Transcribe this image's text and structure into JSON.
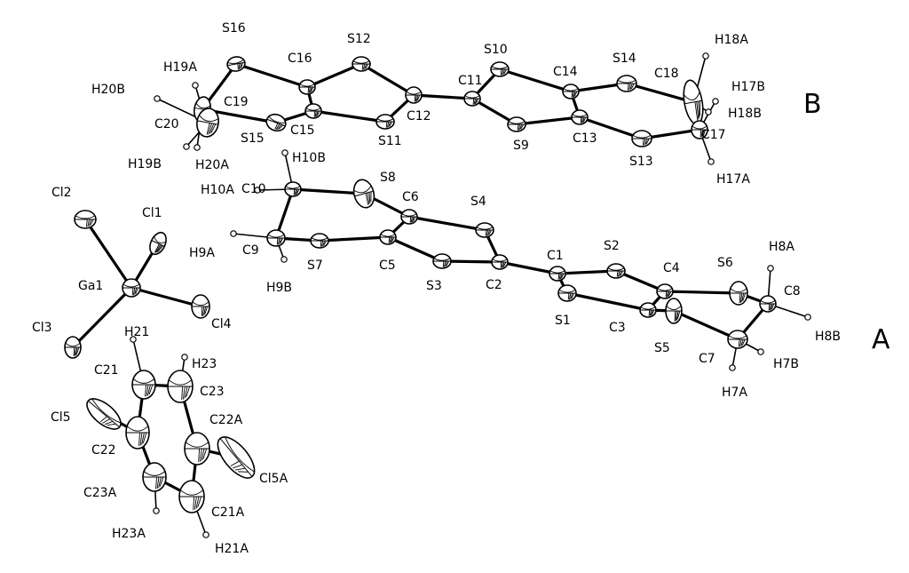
{
  "figure": {
    "molecule_labels": [
      {
        "id": "B",
        "text": "B"
      },
      {
        "id": "A",
        "text": "A"
      }
    ],
    "atoms": [
      {
        "id": "S16",
        "label": "S16",
        "el": "S"
      },
      {
        "id": "C16",
        "label": "C16",
        "el": "C"
      },
      {
        "id": "S12",
        "label": "S12",
        "el": "S"
      },
      {
        "id": "C15",
        "label": "C15",
        "el": "C"
      },
      {
        "id": "S15",
        "label": "S15",
        "el": "S"
      },
      {
        "id": "C12",
        "label": "C12",
        "el": "C"
      },
      {
        "id": "S11",
        "label": "S11",
        "el": "S"
      },
      {
        "id": "C11",
        "label": "C11",
        "el": "C"
      },
      {
        "id": "S10",
        "label": "S10",
        "el": "S"
      },
      {
        "id": "S9",
        "label": "S9",
        "el": "S"
      },
      {
        "id": "C14",
        "label": "C14",
        "el": "C"
      },
      {
        "id": "C13",
        "label": "C13",
        "el": "C"
      },
      {
        "id": "S14",
        "label": "S14",
        "el": "S"
      },
      {
        "id": "S13",
        "label": "S13",
        "el": "S"
      },
      {
        "id": "C18",
        "label": "C18",
        "el": "C"
      },
      {
        "id": "C17",
        "label": "C17",
        "el": "C"
      },
      {
        "id": "C19",
        "label": "C19",
        "el": "C"
      },
      {
        "id": "C20",
        "label": "C20",
        "el": "C"
      },
      {
        "id": "C10",
        "label": "C10",
        "el": "C"
      },
      {
        "id": "S8",
        "label": "S8",
        "el": "S"
      },
      {
        "id": "C6",
        "label": "C6",
        "el": "C"
      },
      {
        "id": "S4",
        "label": "S4",
        "el": "S"
      },
      {
        "id": "C9",
        "label": "C9",
        "el": "C"
      },
      {
        "id": "S7",
        "label": "S7",
        "el": "S"
      },
      {
        "id": "C5",
        "label": "C5",
        "el": "C"
      },
      {
        "id": "S3",
        "label": "S3",
        "el": "S"
      },
      {
        "id": "C2",
        "label": "C2",
        "el": "C"
      },
      {
        "id": "C1",
        "label": "C1",
        "el": "C"
      },
      {
        "id": "S1",
        "label": "S1",
        "el": "S"
      },
      {
        "id": "S2",
        "label": "S2",
        "el": "S"
      },
      {
        "id": "C4",
        "label": "C4",
        "el": "C"
      },
      {
        "id": "C3",
        "label": "C3",
        "el": "C"
      },
      {
        "id": "S5",
        "label": "S5",
        "el": "S"
      },
      {
        "id": "S6",
        "label": "S6",
        "el": "S"
      },
      {
        "id": "C8",
        "label": "C8",
        "el": "C"
      },
      {
        "id": "C7",
        "label": "C7",
        "el": "C"
      },
      {
        "id": "Ga1",
        "label": "Ga1",
        "el": "Ga"
      },
      {
        "id": "Cl1",
        "label": "Cl1",
        "el": "Cl"
      },
      {
        "id": "Cl2",
        "label": "Cl2",
        "el": "Cl"
      },
      {
        "id": "Cl3",
        "label": "Cl3",
        "el": "Cl"
      },
      {
        "id": "Cl4",
        "label": "Cl4",
        "el": "Cl"
      },
      {
        "id": "C21",
        "label": "C21",
        "el": "C"
      },
      {
        "id": "C23",
        "label": "C23",
        "el": "C"
      },
      {
        "id": "C22",
        "label": "C22",
        "el": "C"
      },
      {
        "id": "C22A",
        "label": "C22A",
        "el": "C"
      },
      {
        "id": "C23A",
        "label": "C23A",
        "el": "C"
      },
      {
        "id": "C21A",
        "label": "C21A",
        "el": "C"
      },
      {
        "id": "Cl5",
        "label": "Cl5",
        "el": "Cl"
      },
      {
        "id": "Cl5A",
        "label": "Cl5A",
        "el": "Cl"
      },
      {
        "id": "H18A",
        "label": "H18A",
        "el": "H"
      },
      {
        "id": "H17B",
        "label": "H17B",
        "el": "H"
      },
      {
        "id": "H18B",
        "label": "H18B",
        "el": "H"
      },
      {
        "id": "H17A",
        "label": "H17A",
        "el": "H"
      },
      {
        "id": "H19A",
        "label": "H19A",
        "el": "H"
      },
      {
        "id": "H20B",
        "label": "H20B",
        "el": "H"
      },
      {
        "id": "H19B",
        "label": "H19B",
        "el": "H"
      },
      {
        "id": "H20A",
        "label": "H20A",
        "el": "H"
      },
      {
        "id": "H10B",
        "label": "H10B",
        "el": "H"
      },
      {
        "id": "H10A",
        "label": "H10A",
        "el": "H"
      },
      {
        "id": "H9A",
        "label": "H9A",
        "el": "H"
      },
      {
        "id": "H9B",
        "label": "H9B",
        "el": "H"
      },
      {
        "id": "H8A",
        "label": "H8A",
        "el": "H"
      },
      {
        "id": "H8B",
        "label": "H8B",
        "el": "H"
      },
      {
        "id": "H7B",
        "label": "H7B",
        "el": "H"
      },
      {
        "id": "H7A",
        "label": "H7A",
        "el": "H"
      },
      {
        "id": "H21",
        "label": "H21",
        "el": "H"
      },
      {
        "id": "H23",
        "label": "H23",
        "el": "H"
      },
      {
        "id": "H23A",
        "label": "H23A",
        "el": "H"
      },
      {
        "id": "H21A",
        "label": "H21A",
        "el": "H"
      }
    ],
    "bonds": [
      [
        "S16",
        "C16"
      ],
      [
        "S16",
        "C19"
      ],
      [
        "C16",
        "S12"
      ],
      [
        "C16",
        "C15"
      ],
      [
        "S12",
        "C12"
      ],
      [
        "C15",
        "S15"
      ],
      [
        "C15",
        "S11"
      ],
      [
        "S15",
        "C19"
      ],
      [
        "C19",
        "C20"
      ],
      [
        "C20",
        "C19"
      ],
      [
        "C12",
        "S11"
      ],
      [
        "C12",
        "C11"
      ],
      [
        "C11",
        "S10"
      ],
      [
        "C11",
        "S9"
      ],
      [
        "S10",
        "C14"
      ],
      [
        "S9",
        "C13"
      ],
      [
        "C14",
        "C13"
      ],
      [
        "C14",
        "S14"
      ],
      [
        "C13",
        "S13"
      ],
      [
        "S14",
        "C18"
      ],
      [
        "S13",
        "C17"
      ],
      [
        "C18",
        "C17"
      ],
      [
        "C10",
        "S8"
      ],
      [
        "C10",
        "C9"
      ],
      [
        "S8",
        "C6"
      ],
      [
        "C6",
        "S4"
      ],
      [
        "C6",
        "C5"
      ],
      [
        "C9",
        "S7"
      ],
      [
        "S7",
        "C5"
      ],
      [
        "C5",
        "S3"
      ],
      [
        "S3",
        "C2"
      ],
      [
        "S4",
        "C2"
      ],
      [
        "C2",
        "C1"
      ],
      [
        "C1",
        "S1"
      ],
      [
        "C1",
        "S2"
      ],
      [
        "S2",
        "C4"
      ],
      [
        "S1",
        "C3"
      ],
      [
        "C4",
        "C3"
      ],
      [
        "C4",
        "S6"
      ],
      [
        "C3",
        "S5"
      ],
      [
        "S6",
        "C8"
      ],
      [
        "S5",
        "C7"
      ],
      [
        "C8",
        "C7"
      ],
      [
        "Ga1",
        "Cl1"
      ],
      [
        "Ga1",
        "Cl2"
      ],
      [
        "Ga1",
        "Cl3"
      ],
      [
        "Ga1",
        "Cl4"
      ],
      [
        "C21",
        "C23"
      ],
      [
        "C21",
        "C22"
      ],
      [
        "C23",
        "C22A"
      ],
      [
        "C22",
        "C23A"
      ],
      [
        "C22A",
        "C21A"
      ],
      [
        "C23A",
        "C21A"
      ],
      [
        "C22",
        "Cl5"
      ],
      [
        "C22A",
        "Cl5A"
      ]
    ],
    "h_bonds": [
      [
        "C18",
        "H18A"
      ],
      [
        "C17",
        "H17B"
      ],
      [
        "C18",
        "H18B"
      ],
      [
        "C17",
        "H17A"
      ],
      [
        "C20",
        "H20B"
      ],
      [
        "C19",
        "H19A"
      ],
      [
        "C20",
        "H19B"
      ],
      [
        "C19",
        "H20A"
      ],
      [
        "C10",
        "H10B"
      ],
      [
        "C10",
        "H10A"
      ],
      [
        "C9",
        "H9A"
      ],
      [
        "C9",
        "H9B"
      ],
      [
        "C8",
        "H8A"
      ],
      [
        "C8",
        "H8B"
      ],
      [
        "C7",
        "H7B"
      ],
      [
        "C7",
        "H7A"
      ],
      [
        "C21",
        "H21"
      ],
      [
        "C23",
        "H23"
      ],
      [
        "C23A",
        "H23A"
      ],
      [
        "C21A",
        "H21A"
      ]
    ]
  }
}
